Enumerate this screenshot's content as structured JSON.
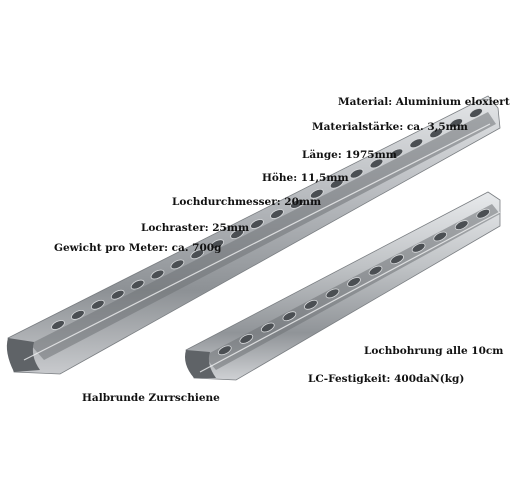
{
  "colors": {
    "background": "#ffffff",
    "text": "#111111",
    "rail_metal": "#b9bcc0",
    "rail_shadow": "#6f7377"
  },
  "specs": [
    "Material: Aluminium eloxiert",
    "Materialstärke: ca. 3,5mm",
    "Länge: 1975mm",
    "Höhe: 11,5mm",
    "Lochdurchmesser: 20mm",
    "Lochraster: 25mm",
    "Gewicht pro Meter: ca. 700g",
    "Lochbohrung alle 10cm",
    "LC-Festigkeit: 400daN(kg)",
    "Halbrunde Zurrschiene"
  ]
}
